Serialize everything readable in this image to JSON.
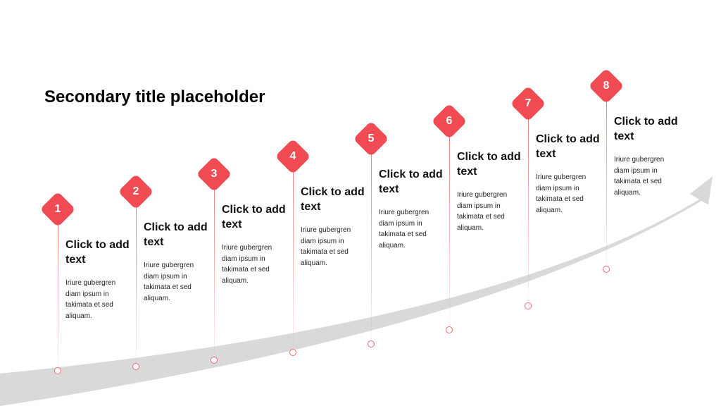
{
  "title": "Secondary title placeholder",
  "steps": [
    {
      "number": "1",
      "heading": "Click to add text",
      "body": "Iriure gubergren diam ipsum in takimata et sed aliquam."
    },
    {
      "number": "2",
      "heading": "Click to add text",
      "body": "Iriure gubergren diam ipsum in takimata et sed aliquam."
    },
    {
      "number": "3",
      "heading": "Click to add text",
      "body": "Iriure gubergren diam ipsum in takimata et sed aliquam."
    },
    {
      "number": "4",
      "heading": "Click to add text",
      "body": "Iriure gubergren diam ipsum in takimata et sed aliquam."
    },
    {
      "number": "5",
      "heading": "Click to add text",
      "body": "Iriure gubergren diam ipsum in takimata et sed aliquam."
    },
    {
      "number": "6",
      "heading": "Click to add text",
      "body": "Iriure gubergren diam ipsum in takimata et sed aliquam."
    },
    {
      "number": "7",
      "heading": "Click to add text",
      "body": "Iriure gubergren diam ipsum in takimata et sed aliquam."
    },
    {
      "number": "8",
      "heading": "Click to add text",
      "body": "Iriure gubergren diam ipsum in takimata et sed aliquam."
    }
  ],
  "colors": {
    "accent": "#f04a52",
    "arrow": "#d9d9d9"
  }
}
